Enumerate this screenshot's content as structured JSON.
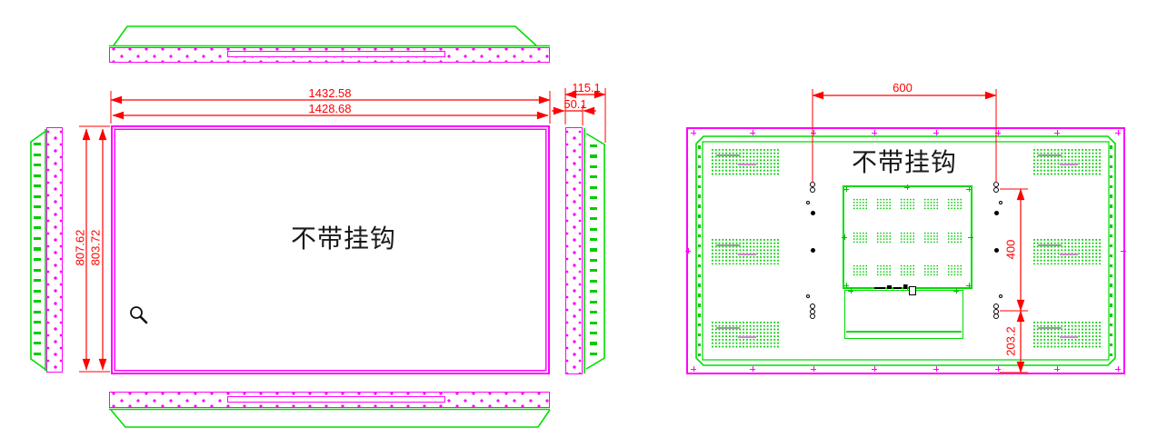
{
  "drawing": {
    "type": "display-panel-orthographic-views",
    "colors": {
      "frame_outline": "#ff00ff",
      "cover_outline": "#00dd00",
      "dimension": "#ff0000",
      "annotation": "#1a1a1a",
      "background": "#ffffff"
    }
  },
  "front_view": {
    "label": "不带挂钩",
    "dim_width_outer": "1432.58",
    "dim_width_inner": "1428.68",
    "dim_height_outer": "807.62",
    "dim_height_inner": "803.72",
    "icon": "magnifier-icon"
  },
  "side_view": {
    "dim_depth_total": "115.1",
    "dim_depth_front": "50.1"
  },
  "rear_view": {
    "label": "不带挂钩",
    "dim_mount_width": "600",
    "dim_mount_height": "400",
    "dim_bottom_offset": "203.2",
    "vesa_plate": {
      "vent_cols": 5,
      "vent_rows": 3
    }
  }
}
